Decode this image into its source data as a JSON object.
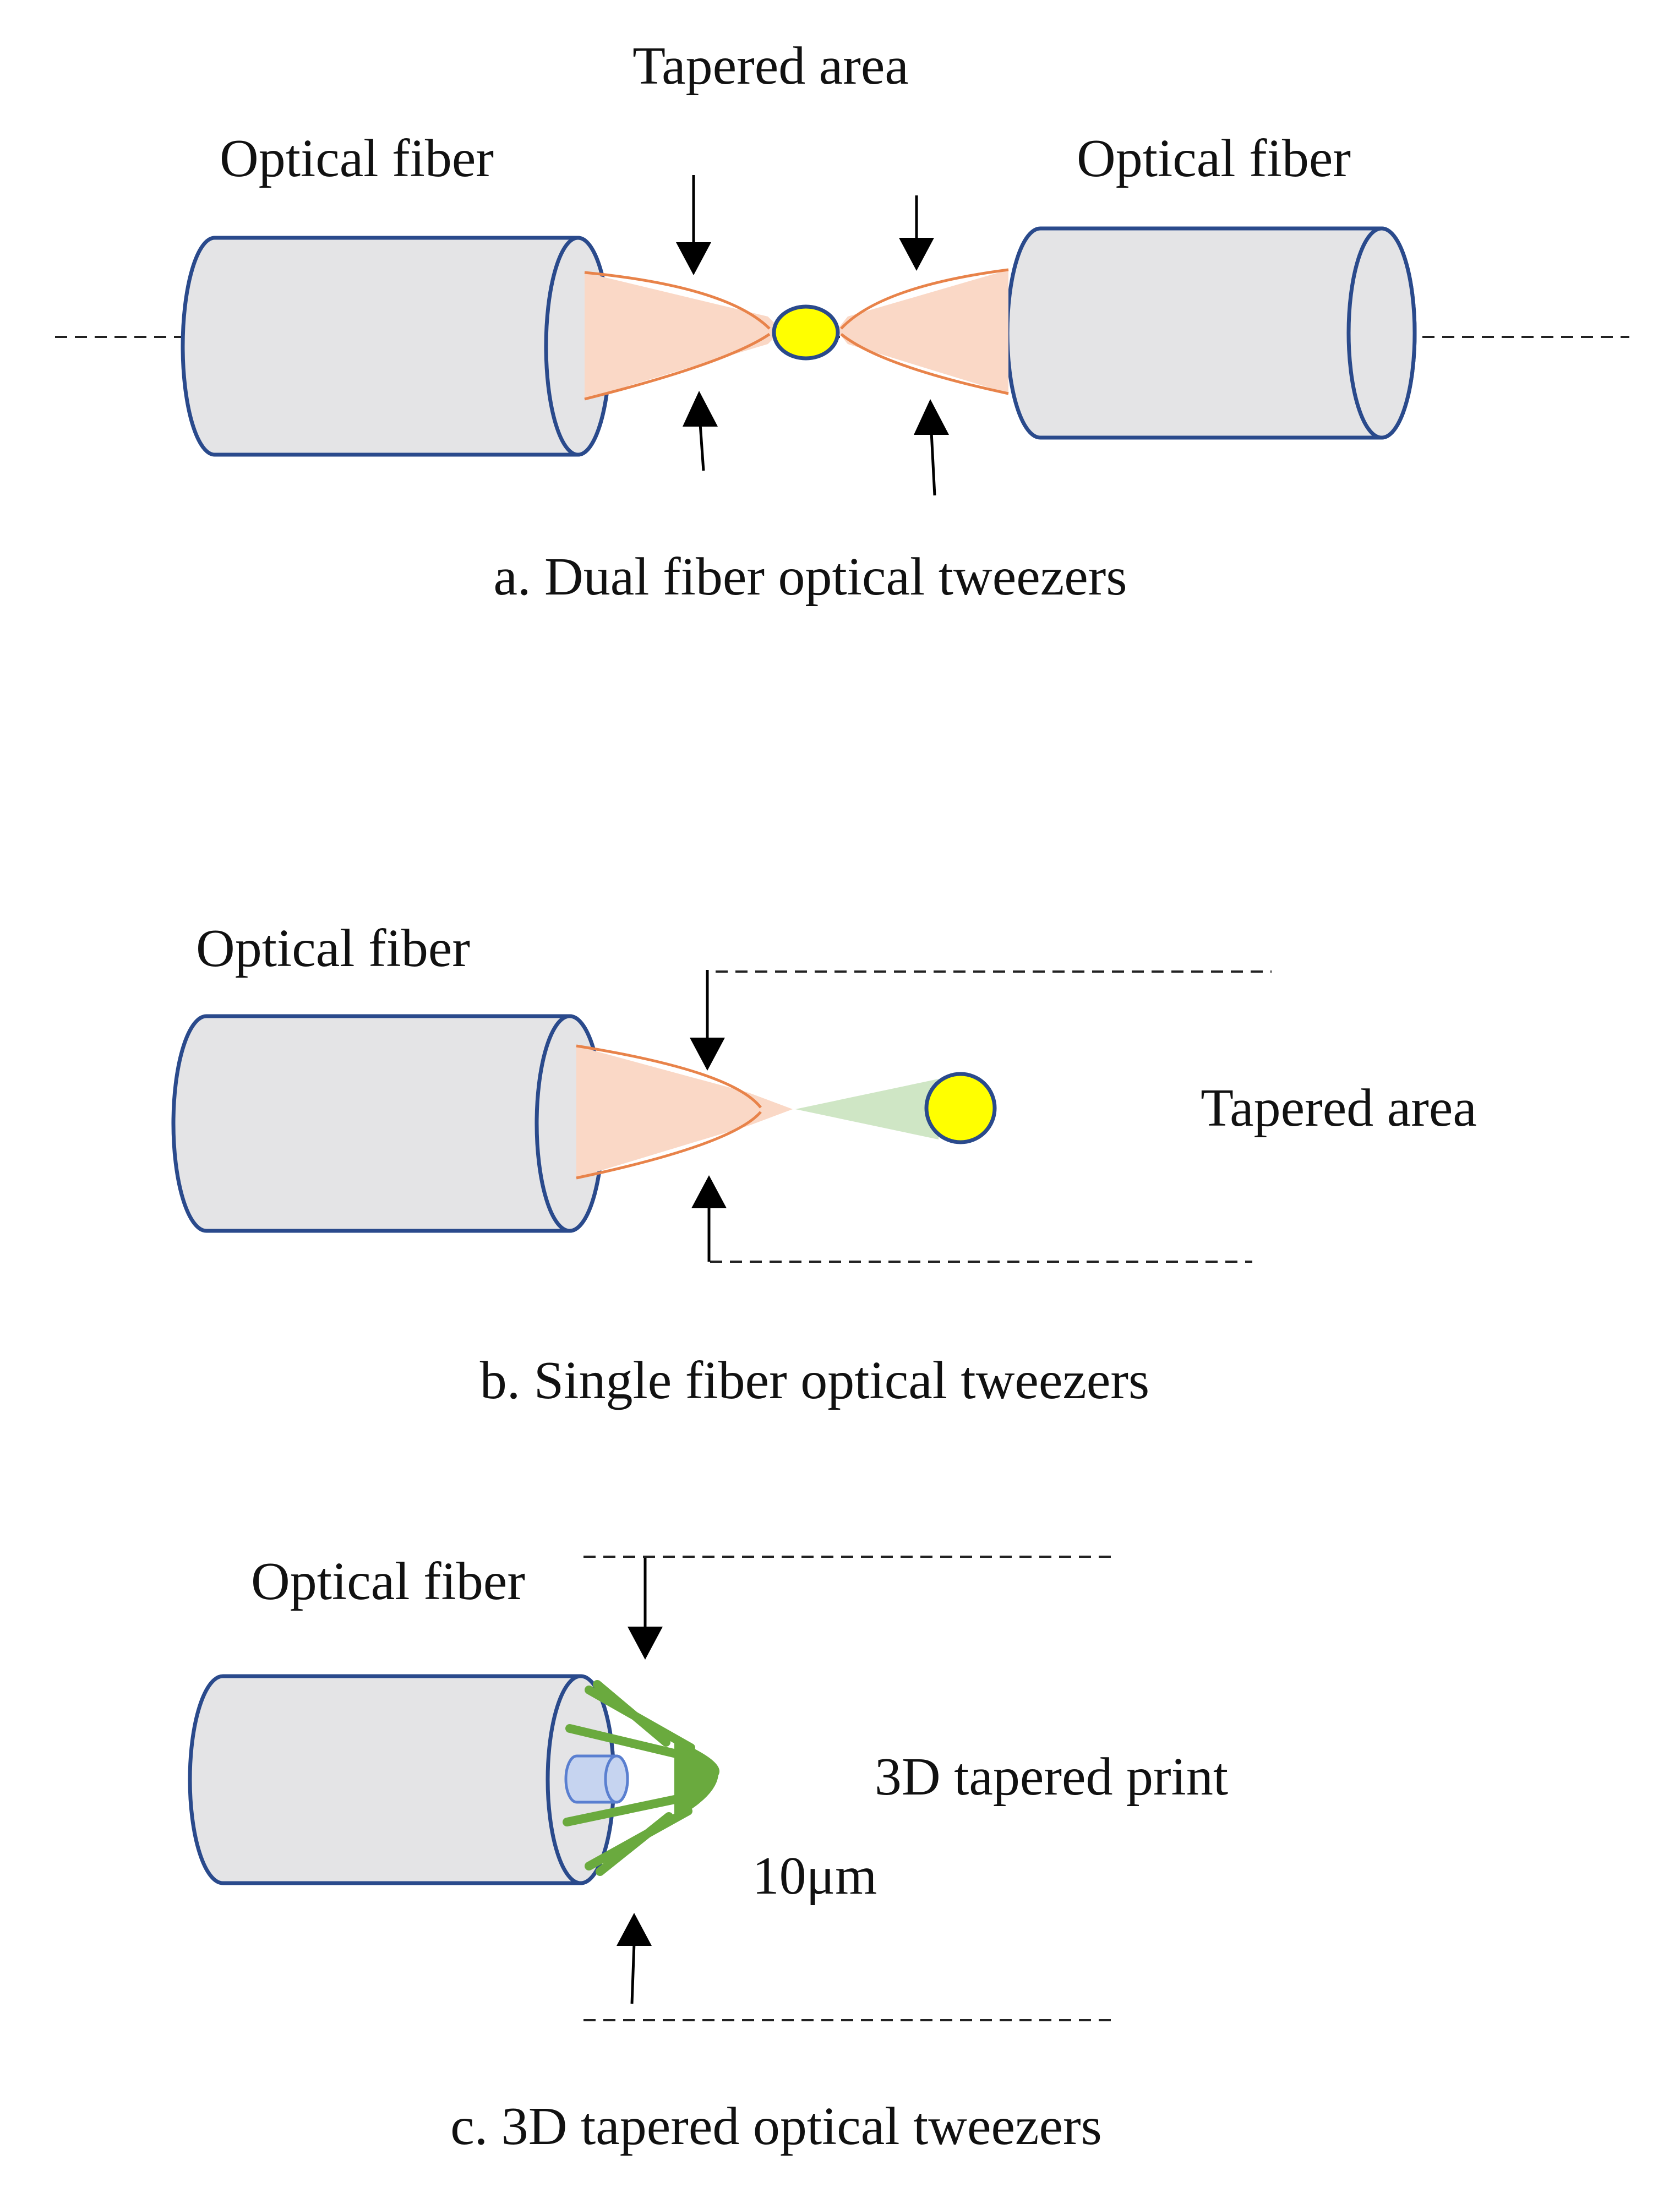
{
  "colors": {
    "fiber_fill": "#e4e4e6",
    "fiber_stroke": "#2a4a8c",
    "taper_fill": "#fad8c6",
    "taper_stroke": "#e8834a",
    "particle_fill": "#ffff00",
    "particle_stroke": "#2a4a8c",
    "beam_green": "#cfe6c5",
    "print_green": "#6aaa3e",
    "core_blue": "#c6d4f0",
    "core_stroke": "#5a7fd0"
  },
  "panel_a": {
    "top_label": "Tapered area",
    "left_fiber_label": "Optical fiber",
    "right_fiber_label": "Optical fiber",
    "caption": "a. Dual fiber optical tweezers"
  },
  "panel_b": {
    "fiber_label": "Optical fiber",
    "taper_label": "Tapered area",
    "caption": "b. Single fiber optical tweezers"
  },
  "panel_c": {
    "fiber_label": "Optical fiber",
    "print_label": "3D tapered print",
    "scale_label": "10μm",
    "caption": "c. 3D tapered optical tweezers"
  }
}
